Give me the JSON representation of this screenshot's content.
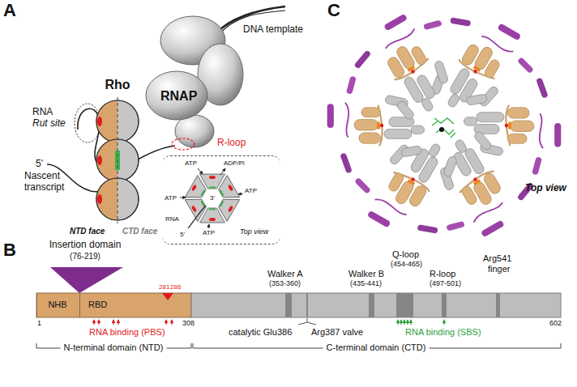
{
  "diagram": {
    "nodes": [
      {
        "text": [
          "Rho"
        ]
      },
      {
        "text": [
          "RNAP"
        ]
      },
      {
        "text": [
          "Top view"
        ]
      },
      {
        "text": [
          "Insertion domain",
          "(76-219)"
        ]
      },
      {
        "text": [
          "NHB"
        ]
      },
      {
        "text": [
          "RBD"
        ]
      }
    ],
    "labels": [
      "A",
      "RNA",
      "Rut site",
      "5'",
      "Nascent transcript",
      "DNA template",
      "R-loop",
      "NTD face",
      "CTD face",
      "ATP",
      "ADP/Pi",
      "ATP",
      "3'",
      "ATP",
      "RNA",
      "5'",
      "ATP",
      "B",
      "281",
      "286",
      "RNA binding (PBS)",
      "1",
      "308",
      "Walker A",
      "(353-360)",
      "catalytic Glu386",
      "Arg387 valve",
      "Walker B",
      "(435-441)",
      "Q-loop",
      "(454-465)",
      "R-loop",
      "(497-501)",
      "Arg541",
      "finger",
      "RNA binding (SBS)",
      "602",
      "N-terminal domain (NTD)",
      "C-terminal domain (CTD)",
      "C",
      "Top view"
    ]
  }
}
